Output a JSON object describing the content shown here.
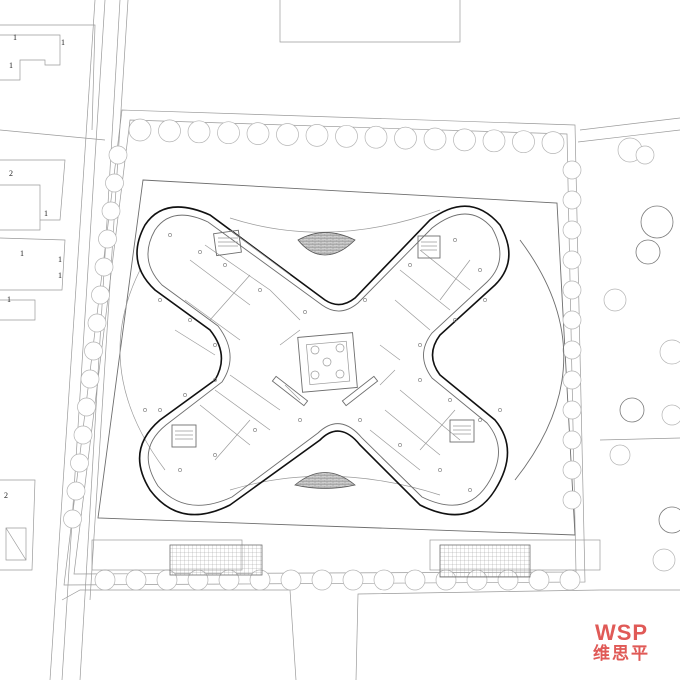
{
  "site_plan": {
    "floor_labels": [
      "1",
      "1",
      "1",
      "2",
      "1",
      "1",
      "1",
      "1",
      "1",
      "2"
    ],
    "stroke_color": "#111111",
    "line_color": "#9a9a9a"
  },
  "logo": {
    "primary": "WSP",
    "secondary": "维思平",
    "color": "#e05a57"
  }
}
